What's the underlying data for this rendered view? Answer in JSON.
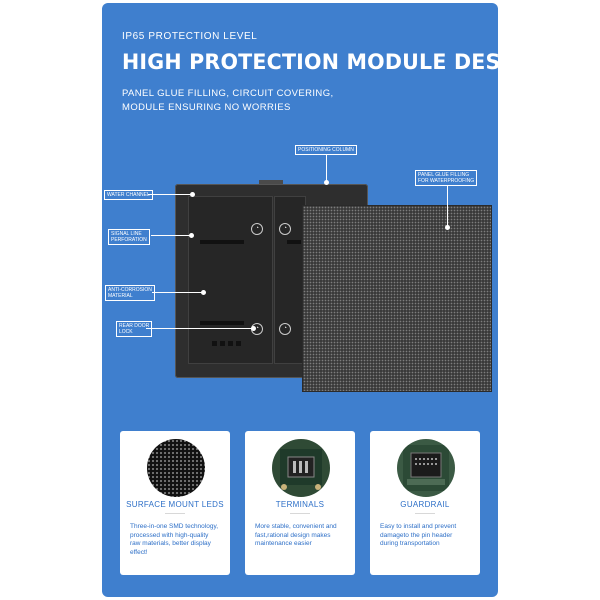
{
  "page": {
    "kicker": "IP65 PROTECTION LEVEL",
    "headline": "HIGH PROTECTION MODULE DESIGN",
    "subtitle_line1": "PANEL GLUE FILLING, CIRCUIT COVERING,",
    "subtitle_line2": "MODULE ENSURING NO WORRIES"
  },
  "colors": {
    "panel_bg": "#3f7fce",
    "accent_text": "#2d6fc7",
    "card_bg": "#ffffff"
  },
  "callouts": {
    "positioning_column": "POSITIONING COLUMN",
    "panel_glue_1": "PANEL GLUE FILLING",
    "panel_glue_2": "FOR WATERPROOFING",
    "water_channel": "WATER CHANNEL",
    "signal_line_1": "SIGNAL LINE",
    "signal_line_2": "PERFORATION",
    "anti_corrosion_1": "ANTI-CORROSION",
    "anti_corrosion_2": "MATERIAL",
    "rear_door_1": "REAR DOOR",
    "rear_door_2": "LOCK"
  },
  "cards": [
    {
      "title": "SURFACE MOUNT LEDS",
      "line1": "Three-in-one SMD technology,",
      "line2": "processed with high-quality",
      "line3": "raw materials, better display",
      "line4": "effect!",
      "icon": "led-matrix-icon"
    },
    {
      "title": "TERMINALS",
      "line1": "More stable, convenient and",
      "line2": "fast,rational design makes",
      "line3": "maintenance easier",
      "icon": "terminal-connector-icon"
    },
    {
      "title": "GUARDRAIL",
      "line1": "Easy to install and prevent",
      "line2": "damageto the pin header",
      "line3": "during transportation",
      "icon": "guardrail-connector-icon"
    }
  ]
}
